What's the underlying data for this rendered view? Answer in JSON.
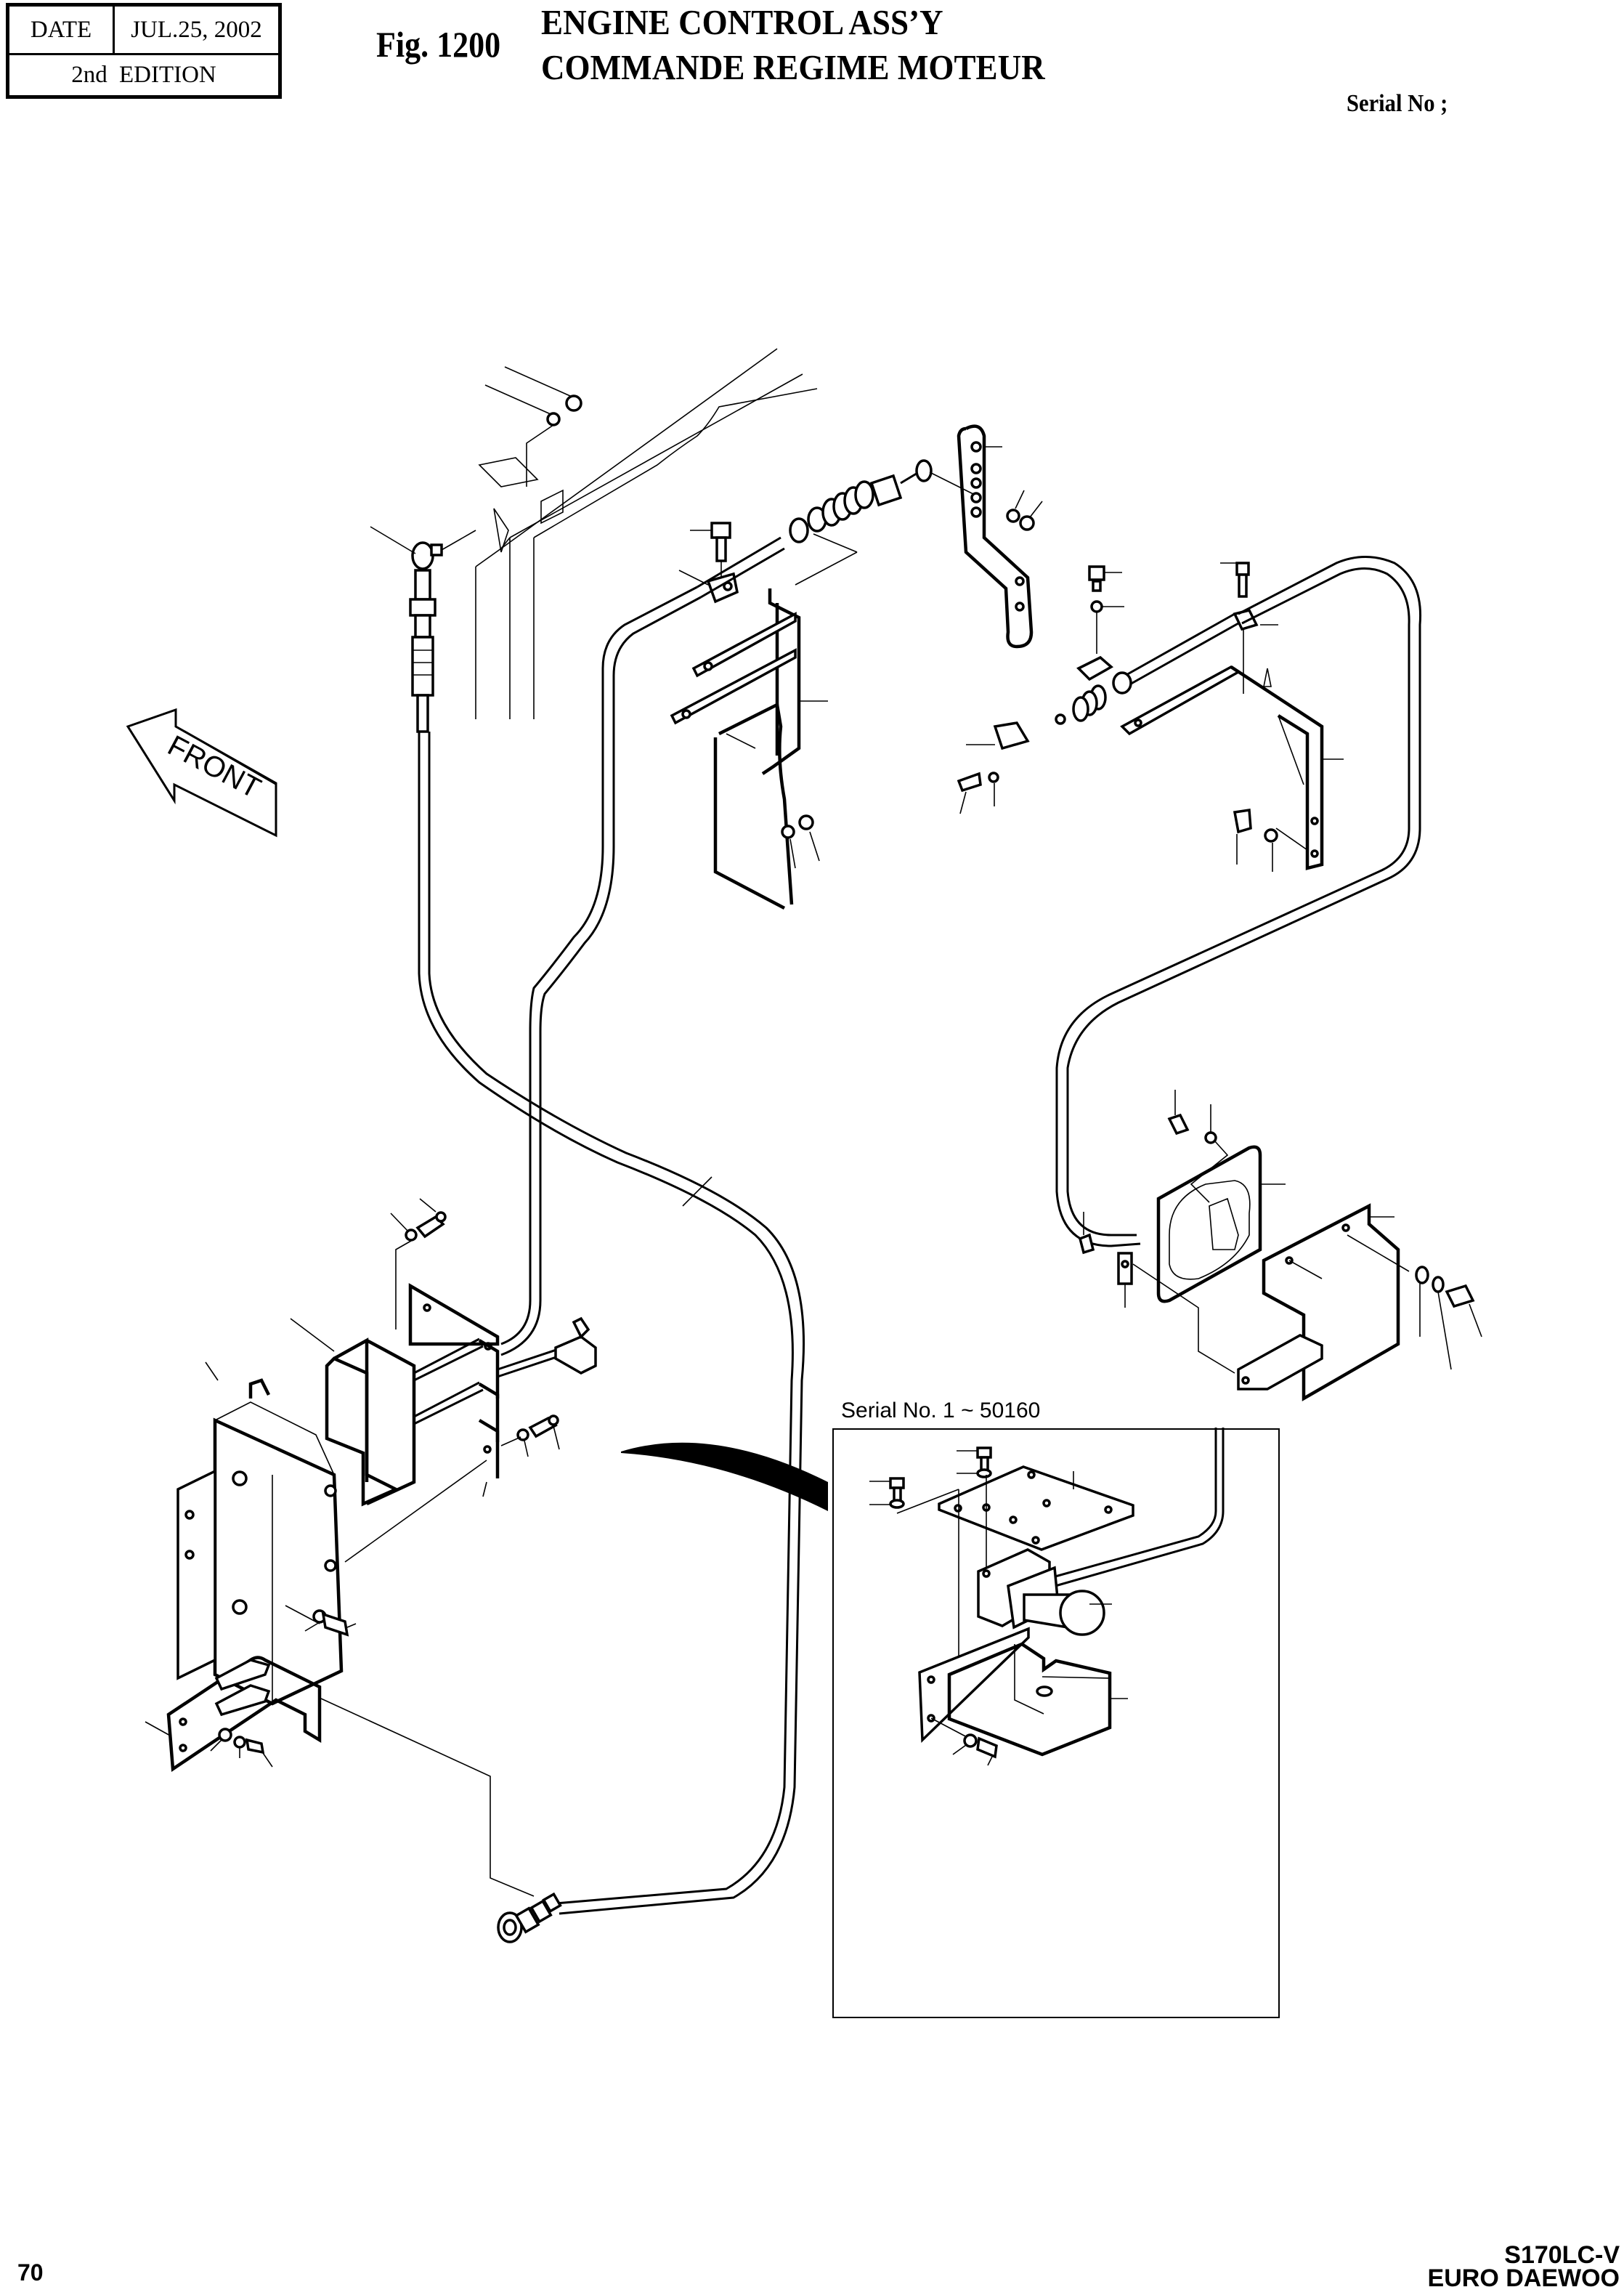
{
  "header": {
    "date_label": "DATE",
    "date_value": "JUL.25, 2002",
    "edition": "2nd  EDITION"
  },
  "figure": {
    "number": "Fig. 1200",
    "title_en": "ENGINE CONTROL ASS’Y",
    "title_fr": "COMMANDE REGIME MOTEUR",
    "serial_label": "Serial No ;"
  },
  "diagram": {
    "front_arrow_label": "FRONT",
    "inset_label": "Serial No. 1 ~ 50160",
    "parts": [
      "frame-panel",
      "cable-upper-end",
      "cable-clamp-upper",
      "bracket-upper-left",
      "lever-bracket",
      "cable-right-end",
      "bracket-upper-right",
      "cable-loop-right",
      "dial-switch-plate",
      "cover-plate-right",
      "control-box",
      "controller-unit",
      "connector",
      "mount-bracket-lower",
      "cable-lower-knob",
      "inset-motor-plate",
      "inset-actuator-motor",
      "inset-motor-box"
    ]
  },
  "footer": {
    "page_number": "70",
    "model": "S170LC-V",
    "brand": "EURO DAEWOO"
  }
}
